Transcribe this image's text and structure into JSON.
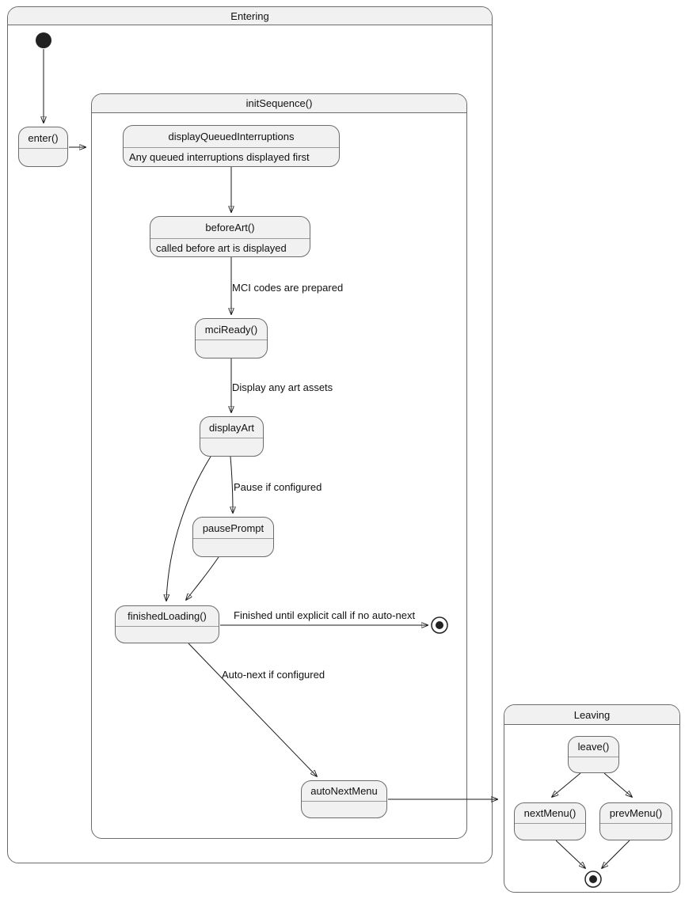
{
  "diagram": {
    "type": "uml-state-diagram",
    "colors": {
      "state_fill": "#f1f1f1",
      "border": "#6b6b6b",
      "inner_divider": "#9a9a9a",
      "arrow": "#1a1a1a",
      "text": "#111111",
      "background": "#ffffff"
    },
    "containers": {
      "entering": {
        "title": "Entering"
      },
      "init_sequence": {
        "title": "initSequence()"
      },
      "leaving": {
        "title": "Leaving"
      }
    },
    "states": {
      "enter": {
        "label": "enter()"
      },
      "display_queued_interruptions": {
        "label": "displayQueuedInterruptions",
        "description": "Any queued interruptions displayed first"
      },
      "before_art": {
        "label": "beforeArt()",
        "description": "called before art is displayed"
      },
      "mci_ready": {
        "label": "mciReady()"
      },
      "display_art": {
        "label": "displayArt"
      },
      "pause_prompt": {
        "label": "pausePrompt"
      },
      "finished_loading": {
        "label": "finishedLoading()"
      },
      "auto_next_menu": {
        "label": "autoNextMenu"
      },
      "leave": {
        "label": "leave()"
      },
      "next_menu": {
        "label": "nextMenu()"
      },
      "prev_menu": {
        "label": "prevMenu()"
      }
    },
    "edge_labels": {
      "mci_codes": "MCI codes are prepared",
      "display_art_assets": "Display any art assets",
      "pause_if_configured": "Pause if configured",
      "finished_no_auto_next": "Finished until explicit call if no auto-next",
      "auto_next_if_configured": "Auto-next if configured"
    }
  }
}
